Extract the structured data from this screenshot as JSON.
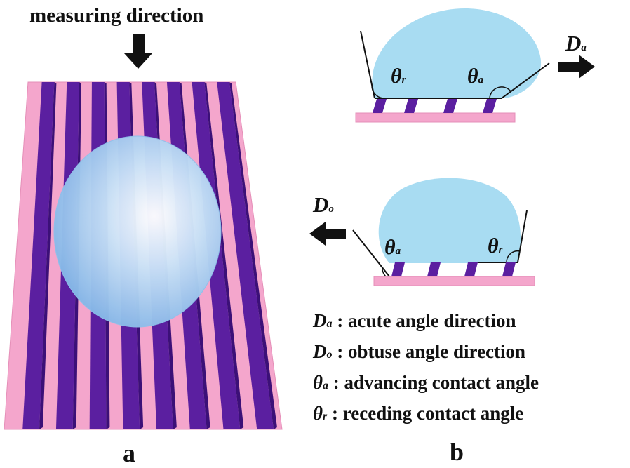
{
  "panel_a": {
    "title": "measuring direction",
    "label": "a"
  },
  "panel_b": {
    "label": "b",
    "top": {
      "theta_r": "θ",
      "theta_r_sub": "r",
      "theta_a": "θ",
      "theta_a_sub": "a",
      "dir": "D",
      "dir_sub": "a"
    },
    "bottom": {
      "theta_a": "θ",
      "theta_a_sub": "a",
      "theta_r": "θ",
      "theta_r_sub": "r",
      "dir": "D",
      "dir_sub": "o"
    }
  },
  "legend": [
    {
      "symbol": "D",
      "sub": "a",
      "text": " : acute angle direction"
    },
    {
      "symbol": "D",
      "sub": "o",
      "text": " : obtuse angle direction"
    },
    {
      "symbol": "θ",
      "sub": "a",
      "text": " : advancing contact angle"
    },
    {
      "symbol": "θ",
      "sub": "r",
      "text": " : receding contact angle"
    }
  ],
  "colors": {
    "substrate": "#f4a6cc",
    "pillar": "#5b1fa0",
    "pillar_side": "#3c1078",
    "droplet": "#a8dcf2",
    "arrow": "#111111"
  }
}
